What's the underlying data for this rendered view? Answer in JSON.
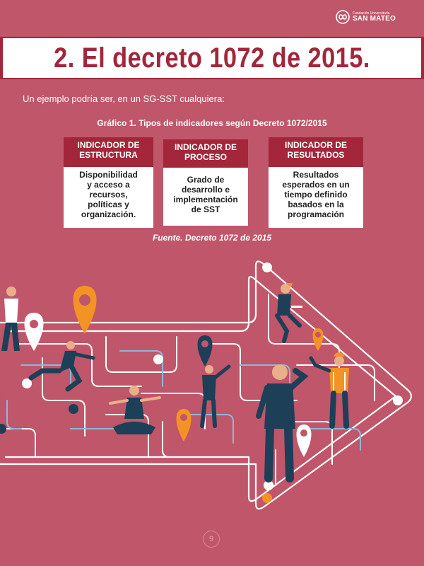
{
  "logo": {
    "line1": "Fundación Universitaria",
    "line2": "SAN MATEO"
  },
  "title": "2. El decreto 1072 de 2015.",
  "intro": "Un ejemplo podría ser, en un SG-SST cualquiera:",
  "figure_caption": "Gráfico 1. Tipos de indicadores según Decreto 1072/2015",
  "cards": [
    {
      "header": [
        "INDICADOR DE",
        "ESTRUCTURA"
      ],
      "body": [
        "Disponibilidad",
        "y acceso a",
        "recursos,",
        "políticas y",
        "organización."
      ]
    },
    {
      "header": [
        "INDICADOR DE",
        "PROCESO"
      ],
      "body": [
        "Grado de",
        "desarrollo e",
        "implementación",
        "de  SST"
      ]
    },
    {
      "header": [
        "INDICADOR DE",
        "RESULTADOS"
      ],
      "body": [
        "Resultados",
        "esperados en un",
        "tiempo definido",
        "basados en la",
        "programación"
      ]
    }
  ],
  "source": "Fuente. Decreto 1072 de 2015",
  "page_number": "9",
  "colors": {
    "background": "#c0566a",
    "accent": "#a3263a",
    "pin_orange": "#f39324",
    "navy": "#1d3f57"
  }
}
